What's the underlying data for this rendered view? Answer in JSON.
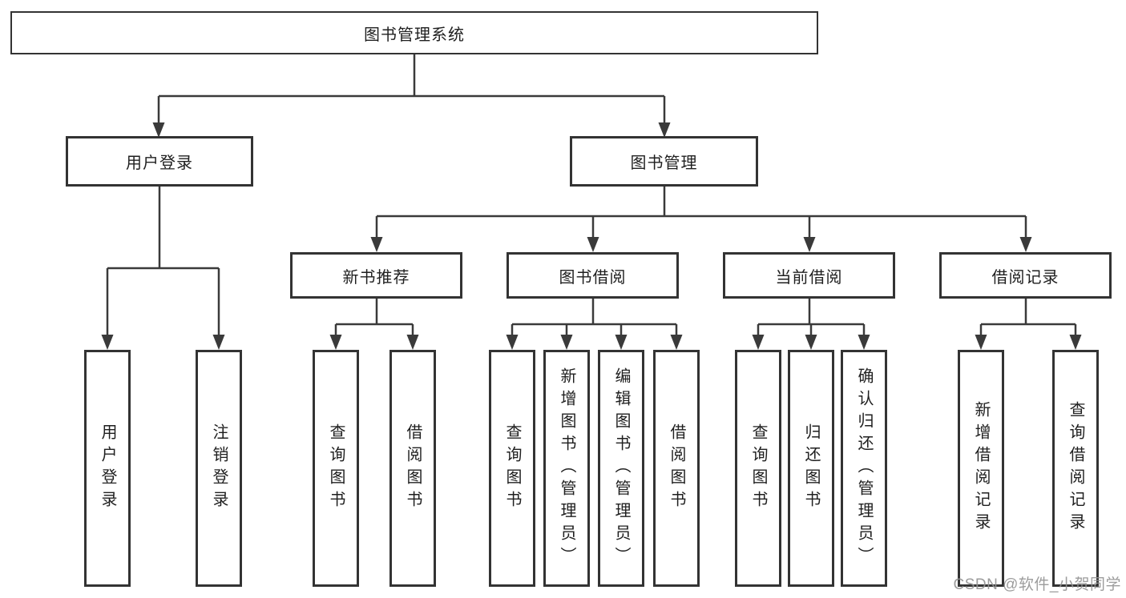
{
  "diagram": {
    "title": "图书管理系统",
    "level2": [
      {
        "id": "user-login",
        "label": "用户登录"
      },
      {
        "id": "book-management",
        "label": "图书管理"
      }
    ],
    "level3": [
      {
        "id": "new-book-recommend",
        "parent": "图书管理",
        "label": "新书推荐"
      },
      {
        "id": "book-borrowing",
        "parent": "图书管理",
        "label": "图书借阅"
      },
      {
        "id": "current-borrowing",
        "parent": "图书管理",
        "label": "当前借阅"
      },
      {
        "id": "borrowing-records",
        "parent": "图书管理",
        "label": "借阅记录"
      }
    ],
    "level4": [
      {
        "parent": "用户登录",
        "label": "用户登录"
      },
      {
        "parent": "用户登录",
        "label": "注销登录"
      },
      {
        "parent": "新书推荐",
        "label": "查询图书"
      },
      {
        "parent": "新书推荐",
        "label": "借阅图书"
      },
      {
        "parent": "图书借阅",
        "label": "查询图书"
      },
      {
        "parent": "图书借阅",
        "label": "新增图书（管理员）"
      },
      {
        "parent": "图书借阅",
        "label": "编辑图书（管理员）"
      },
      {
        "parent": "图书借阅",
        "label": "借阅图书"
      },
      {
        "parent": "当前借阅",
        "label": "查询图书"
      },
      {
        "parent": "当前借阅",
        "label": "归还图书"
      },
      {
        "parent": "当前借阅",
        "label": "确认归还（管理员）"
      },
      {
        "parent": "借阅记录",
        "label": "新增借阅记录"
      },
      {
        "parent": "借阅记录",
        "label": "查询借阅记录"
      }
    ],
    "colors": {
      "line": "#3a3a3a",
      "border": "#333333",
      "text": "#1f1f1f",
      "background": "#ffffff",
      "watermark": "#949494"
    }
  },
  "watermark": {
    "text": "CSDN @软件_小贺同学"
  }
}
